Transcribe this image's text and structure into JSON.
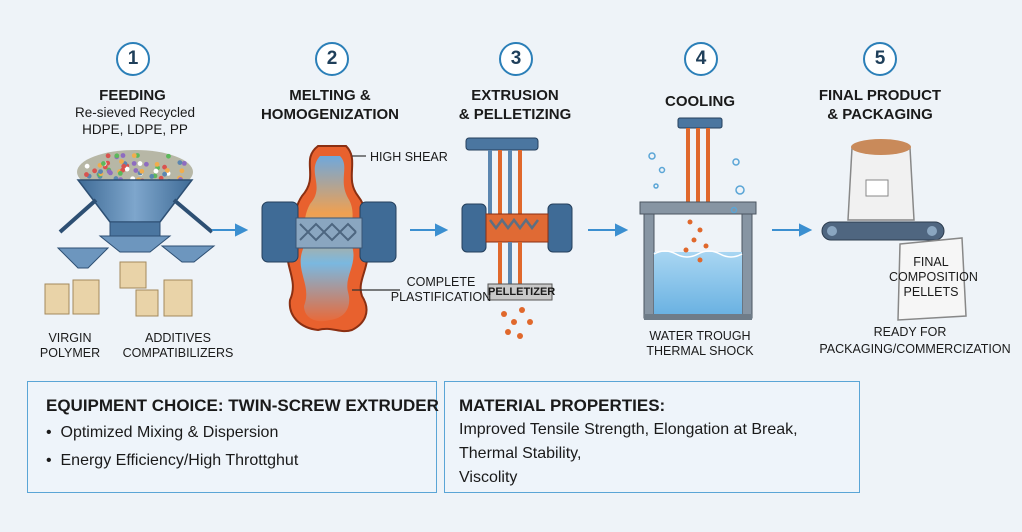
{
  "steps": [
    {
      "number": "1",
      "title_1": "FEEDING",
      "sub_1": "Re-sieved Recycled",
      "sub_2": "HDPE, LDPE, PP",
      "label_left_1": "VIRGIN",
      "label_left_2": "POLYMER",
      "label_right_1": "ADDITIVES",
      "label_right_2": "COMPATIBILIZERS"
    },
    {
      "number": "2",
      "title_1": "MELTING &",
      "title_2": "HOMOGENIZATION",
      "label_top": "HIGH SHEAR",
      "label_bottom_1": "COMPLETE",
      "label_bottom_2": "PLASTIFICATION"
    },
    {
      "number": "3",
      "title_1": "EXTRUSION",
      "title_2": "& PELLETIZING",
      "label": "PELLETIZER"
    },
    {
      "number": "4",
      "title_1": "COOLING",
      "label_1": "WATER TROUGH",
      "label_2": "THERMAL SHOCK"
    },
    {
      "number": "5",
      "title_1": "FINAL PRODUCT",
      "title_2": "& PACKAGING",
      "bag_1": "FINAL",
      "bag_2": "COMPOSITION",
      "bag_3": "PELLETS",
      "label_1": "READY FOR",
      "label_2": "PACKAGING/COMMERCIZATION"
    }
  ],
  "equipment": {
    "heading": "EQUIPMENT CHOICE: TWIN-SCREW EXTRUDER",
    "bullets": [
      "Optimized Mixing & Dispersion",
      "Energy Efficiency/High Throttghut"
    ]
  },
  "material": {
    "heading": "MATERIAL PROPERTIES:",
    "lines": [
      "Improved Tensile Strength, Elongation at Break,",
      "Thermal Stability,",
      "Viscolity"
    ]
  },
  "colors": {
    "accent": "#2b7fb8",
    "steel": "#5b86b0",
    "orange": "#e0682c",
    "water": "#8fc6ea"
  }
}
